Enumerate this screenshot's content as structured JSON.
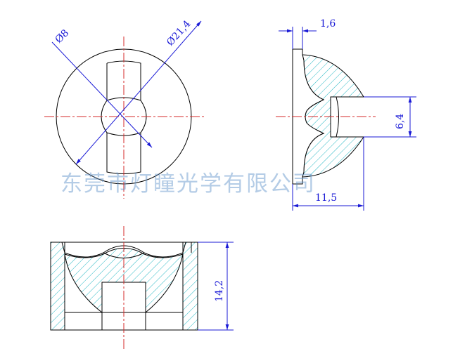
{
  "colors": {
    "outline": "#000000",
    "centerline": "#d42a2a",
    "dimension": "#1a1ad6",
    "hatch": "#28b8c4",
    "watermark": "#5a8fc8"
  },
  "dimensions": {
    "dia_inner": "Ø8",
    "dia_outer": "Ø21,4",
    "flange_thickness": "1,6",
    "cavity_diameter": "6,4",
    "lens_length": "11,5",
    "holder_height": "14,2"
  },
  "watermark": "东莞市灯瞳光学有限公司"
}
